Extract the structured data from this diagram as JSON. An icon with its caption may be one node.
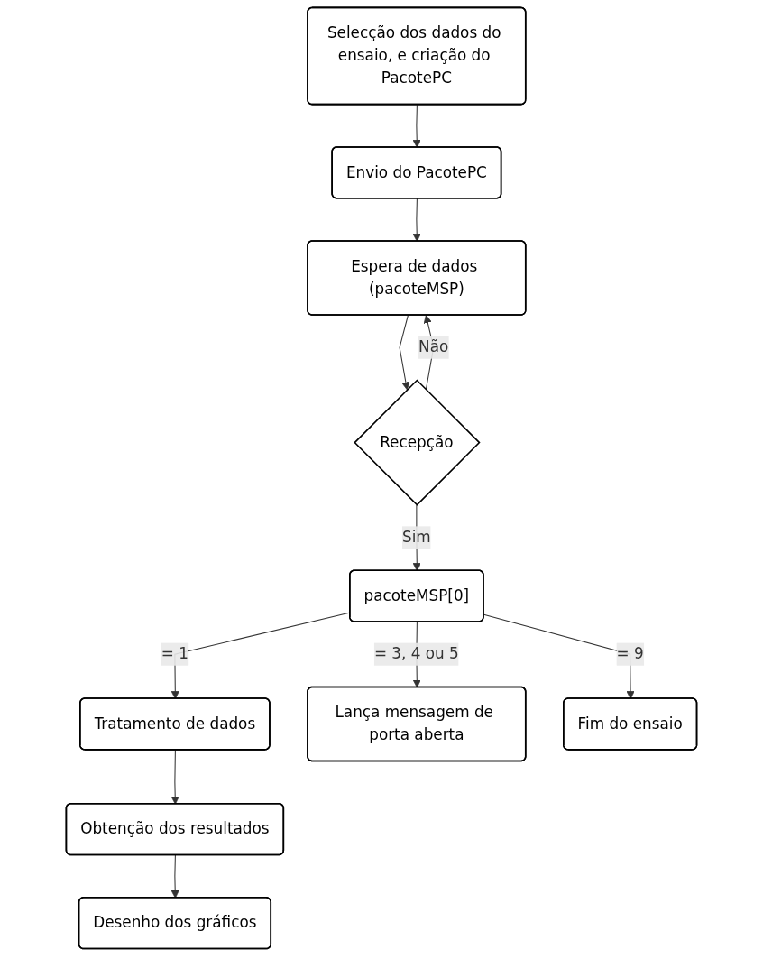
{
  "diagram": {
    "nodes": [
      {
        "text": [
          "Selecção dos dados do ensaio, e criação do PacotePC"
        ]
      },
      {
        "text": [
          "Envio do PacotePC"
        ]
      },
      {
        "text": [
          "Espera de dados (pacoteMSP)"
        ]
      },
      {
        "text": [
          "Recepção"
        ]
      },
      {
        "text": [
          "pacoteMSP[0]"
        ]
      },
      {
        "text": [
          "Tratamento de dados"
        ]
      },
      {
        "text": [
          "Lança mensagem de porta aberta"
        ]
      },
      {
        "text": [
          "Fim do ensaio"
        ]
      },
      {
        "text": [
          "Obtenção dos resultados"
        ]
      },
      {
        "text": [
          "Desenho dos gráficos"
        ]
      }
    ],
    "edges": [
      {
        "from": 0,
        "to": 1,
        "arrow": "to"
      },
      {
        "from": 1,
        "to": 2,
        "arrow": "to"
      },
      {
        "from": 2,
        "to": 3,
        "arrow": "to"
      },
      {
        "from": 3,
        "to": 2,
        "arrow": "to",
        "label": "Não"
      },
      {
        "from": 3,
        "to": 4,
        "arrow": "to",
        "label": "Sim"
      },
      {
        "from": 4,
        "to": 5,
        "arrow": "to",
        "label": "= 1"
      },
      {
        "from": 4,
        "to": 6,
        "arrow": "to",
        "label": "= 3, 4 ou 5"
      },
      {
        "from": 4,
        "to": 7,
        "arrow": "to",
        "label": "= 9"
      },
      {
        "from": 5,
        "to": 8,
        "arrow": "to"
      },
      {
        "from": 8,
        "to": 9,
        "arrow": "to"
      }
    ]
  }
}
